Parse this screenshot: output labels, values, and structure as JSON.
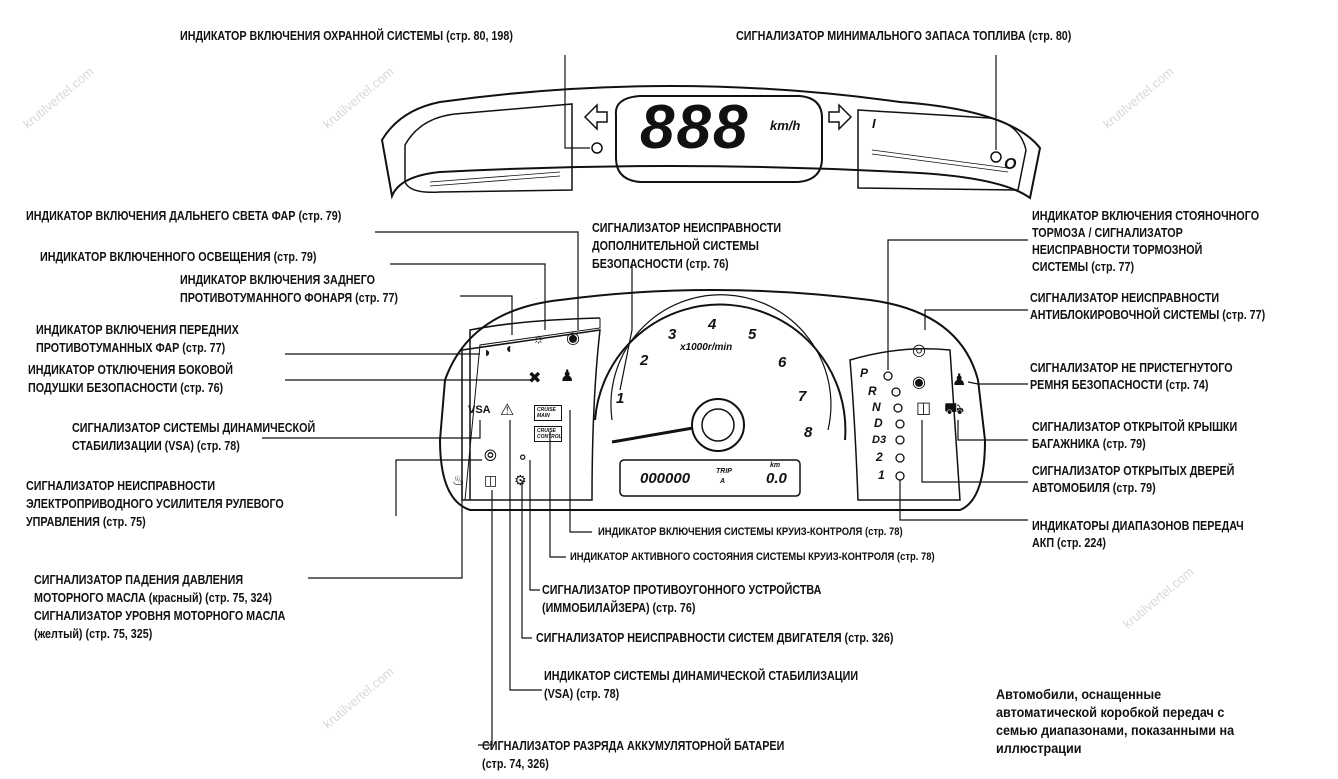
{
  "labels": {
    "security": "ИНДИКАТОР ВКЛЮЧЕНИЯ ОХРАННОЙ СИСТЕМЫ (стр. 80, 198)",
    "fuel": "СИГНАЛИЗАТОР МИНИМАЛЬНОГО ЗАПАСА ТОПЛИВА (стр. 80)",
    "high_beam": "ИНДИКАТОР ВКЛЮЧЕНИЯ ДАЛЬНЕГО СВЕТА ФАР (стр. 79)",
    "lights_on": "ИНДИКАТОР ВКЛЮЧЕННОГО ОСВЕЩЕНИЯ (стр. 79)",
    "rear_fog_1": "ИНДИКАТОР ВКЛЮЧЕНИЯ ЗАДНЕГО",
    "rear_fog_2": "ПРОТИВОТУМАННОГО ФОНАРЯ (стр. 77)",
    "front_fog_1": "ИНДИКАТОР ВКЛЮЧЕНИЯ ПЕРЕДНИХ",
    "front_fog_2": "ПРОТИВОТУМАННЫХ ФАР (стр. 77)",
    "side_airbag_1": "ИНДИКАТОР ОТКЛЮЧЕНИЯ БОКОВОЙ",
    "side_airbag_2": "ПОДУШКИ БЕЗОПАСНОСТИ (стр. 76)",
    "vsa_sys_1": "СИГНАЛИЗАТОР СИСТЕМЫ ДИНАМИЧЕСКОЙ",
    "vsa_sys_2": "СТАБИЛИЗАЦИИ (VSA) (стр. 78)",
    "eps_1": "СИГНАЛИЗАТОР НЕИСПРАВНОСТИ",
    "eps_2": "ЭЛЕКТРОПРИВОДНОГО УСИЛИТЕЛЯ РУЛЕВОГО",
    "eps_3": "УПРАВЛЕНИЯ (стр. 75)",
    "oil_1": "СИГНАЛИЗАТОР ПАДЕНИЯ ДАВЛЕНИЯ",
    "oil_2": "МОТОРНОГО МАСЛА (красный) (стр. 75, 324)",
    "oil_3": "СИГНАЛИЗАТОР УРОВНЯ МОТОРНОГО МАСЛА",
    "oil_4": "(желтый) (стр. 75, 325)",
    "srs_1": "СИГНАЛИЗАТОР НЕИСПРАВНОСТИ",
    "srs_2": "ДОПОЛНИТЕЛЬНОЙ СИСТЕМЫ",
    "srs_3": "БЕЗОПАСНОСТИ (стр. 76)",
    "parking_1": "ИНДИКАТОР ВКЛЮЧЕНИЯ СТОЯНОЧНОГО",
    "parking_2": "ТОРМОЗА / СИГНАЛИЗАТОР",
    "parking_3": "НЕИСПРАВНОСТИ ТОРМОЗНОЙ",
    "parking_4": "СИСТЕМЫ (стр. 77)",
    "abs_1": "СИГНАЛИЗАТОР НЕИСПРАВНОСТИ",
    "abs_2": "АНТИБЛОКИРОВОЧНОЙ СИСТЕМЫ (стр. 77)",
    "seatbelt_1": "СИГНАЛИЗАТОР НЕ ПРИСТЕГНУТОГО",
    "seatbelt_2": "РЕМНЯ БЕЗОПАСНОСТИ (стр. 74)",
    "trunk_1": "СИГНАЛИЗАТОР ОТКРЫТОЙ КРЫШКИ",
    "trunk_2": "БАГАЖНИКА (стр. 79)",
    "doors_1": "СИГНАЛИЗАТОР ОТКРЫТЫХ ДВЕРЕЙ",
    "doors_2": "АВТОМОБИЛЯ (стр. 79)",
    "gear_1": "ИНДИКАТОРЫ ДИАПАЗОНОВ ПЕРЕДАЧ",
    "gear_2": "АКП (стр. 224)",
    "cruise_on": "ИНДИКАТОР ВКЛЮЧЕНИЯ СИСТЕМЫ КРУИЗ-КОНТРОЛЯ (стр. 78)",
    "cruise_active": "ИНДИКАТОР АКТИВНОГО СОСТОЯНИЯ СИСТЕМЫ КРУИЗ-КОНТРОЛЯ (стр. 78)",
    "immobilizer_1": "СИГНАЛИЗАТОР ПРОТИВОУГОННОГО УСТРОЙСТВА",
    "immobilizer_2": "(ИММОБИЛАЙЗЕРА) (стр. 76)",
    "engine": "СИГНАЛИЗАТОР НЕИСПРАВНОСТИ СИСТЕМ ДВИГАТЕЛЯ (стр. 326)",
    "vsa_ind_1": "ИНДИКАТОР СИСТЕМЫ ДИНАМИЧЕСКОЙ СТАБИЛИЗАЦИИ",
    "vsa_ind_2": "(VSA) (стр. 78)",
    "battery_1": "СИГНАЛИЗАТОР РАЗРЯДА АККУМУЛЯТОРНОЙ БАТАРЕИ",
    "battery_2": "(стр. 74, 326)"
  },
  "note": [
    "Автомобили, оснащенные",
    "автоматической коробкой передач с",
    "семью диапазонами, показанными на",
    "иллюстрации"
  ],
  "dash": {
    "speed_digits": "888",
    "speed_unit": "km/h",
    "fuel_full": "I",
    "fuel_empty": "O",
    "tach_numbers": [
      "1",
      "2",
      "3",
      "4",
      "5",
      "6",
      "7",
      "8"
    ],
    "tach_unit": "x1000r/min",
    "odometer": "000000",
    "trip_label": "TRIP",
    "trip_sub": "A",
    "trip_value": "0.0",
    "trip_unit": "km",
    "vsa_text": "VSA",
    "cruise_main": "CRUISE MAIN",
    "cruise_control": "CRUISE CONTROL",
    "gears": [
      "P",
      "R",
      "N",
      "D",
      "D3",
      "2",
      "1"
    ]
  },
  "watermark": "krutilvertel.com"
}
